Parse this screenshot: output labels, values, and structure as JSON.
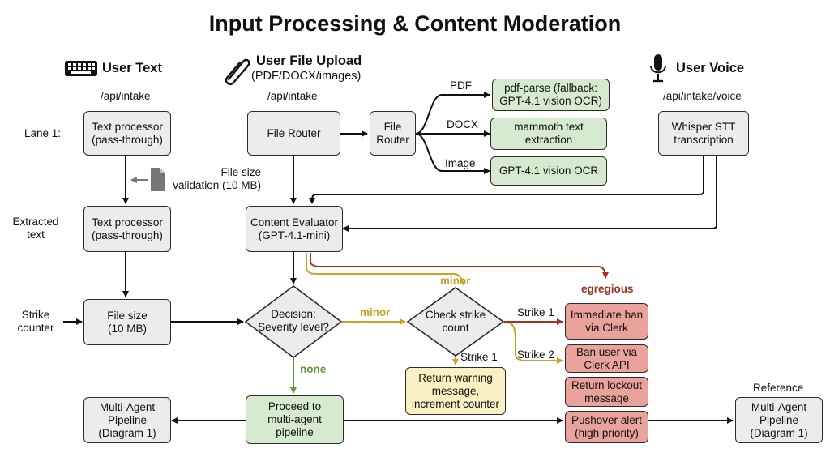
{
  "title": "Input Processing & Content Moderation",
  "sources": {
    "text": {
      "label": "User Text",
      "endpoint": "/api/intake",
      "icon": "keyboard-icon"
    },
    "file": {
      "label": "User File Upload",
      "sub": "(PDF/DOCX/images)",
      "endpoint": "/api/intake",
      "icon": "paperclip-icon"
    },
    "voice": {
      "label": "User Voice",
      "endpoint": "/api/intake/voice",
      "icon": "microphone-icon"
    }
  },
  "row_labels": {
    "lane1": "Lane 1:",
    "extracted": "Extracted\ntext",
    "strike": "Strike\ncounter"
  },
  "nodes": {
    "text_proc_1": "Text processor\n(pass-through)",
    "file_router_main": "File Router",
    "file_router_small": "File\nRouter",
    "pdf_parse": "pdf-parse (fallback:\nGPT-4.1 vision OCR)",
    "mammoth": "mammoth text\nextraction",
    "vision_ocr": "GPT-4.1 vision OCR",
    "whisper": "Whisper STT\ntranscription",
    "text_proc_2": "Text processor\n(pass-through)",
    "content_eval": "Content Evaluator\n(GPT-4.1-mini)",
    "file_size": "File size\n(10 MB)",
    "decision": "Decision:\nSeverity level?",
    "check_strike": "Check strike\ncount",
    "immediate_ban": "Immediate ban\nvia Clerk",
    "ban_user": "Ban user via\nClerk API",
    "return_lockout": "Return lockout\nmessage",
    "return_warning": "Return warning\nmessage,\nincrement counter",
    "proceed": "Proceed to\nmulti-agent\npipeline",
    "pushover": "Pushover alert\n(high priority)",
    "multi_agent_left": "Multi-Agent\nPipeline\n(Diagram 1)",
    "multi_agent_right": "Multi-Agent\nPipeline\n(Diagram 1)"
  },
  "edge_labels": {
    "pdf": "PDF",
    "docx": "DOCX",
    "image": "Image",
    "file_size_validation": "File size\nvalidation (10 MB)",
    "minor_top": "minor",
    "minor_mid": "minor",
    "egregious": "egregious",
    "none": "none",
    "strike1_upper": "Strike 1",
    "strike1_lower": "Strike 1",
    "strike2": "Strike 2",
    "reference": "Reference"
  },
  "colors": {
    "gray_box": "#ececec",
    "green_box": "#d6ead0",
    "yellow_box": "#fbf0c4",
    "red_box": "#e9a39b",
    "minor": "#c9a227",
    "none": "#5f9a3c",
    "egregious": "#a23322"
  }
}
